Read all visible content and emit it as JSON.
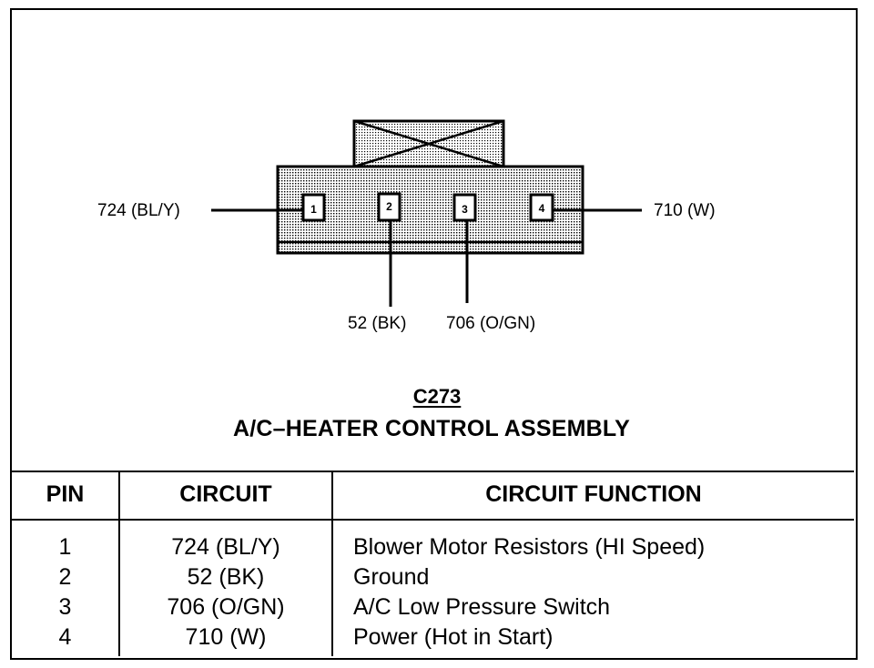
{
  "diagram": {
    "wire_left": "724 (BL/Y)",
    "wire_right": "710 (W)",
    "wire_bottom_2": "52 (BK)",
    "wire_bottom_3": "706 (O/GN)",
    "pins": [
      "1",
      "2",
      "3",
      "4"
    ],
    "connector_id": "C273",
    "connector_name": "A/C–HEATER CONTROL ASSEMBLY"
  },
  "table": {
    "headers": {
      "pin": "PIN",
      "circuit": "CIRCUIT",
      "function": "CIRCUIT FUNCTION"
    },
    "rows": [
      {
        "pin": "1",
        "circuit": "724 (BL/Y)",
        "function": "Blower Motor Resistors (HI Speed)"
      },
      {
        "pin": "2",
        "circuit": "52 (BK)",
        "function": "Ground"
      },
      {
        "pin": "3",
        "circuit": "706 (O/GN)",
        "function": "A/C Low Pressure Switch"
      },
      {
        "pin": "4",
        "circuit": "710 (W)",
        "function": "Power (Hot in Start)"
      }
    ]
  }
}
